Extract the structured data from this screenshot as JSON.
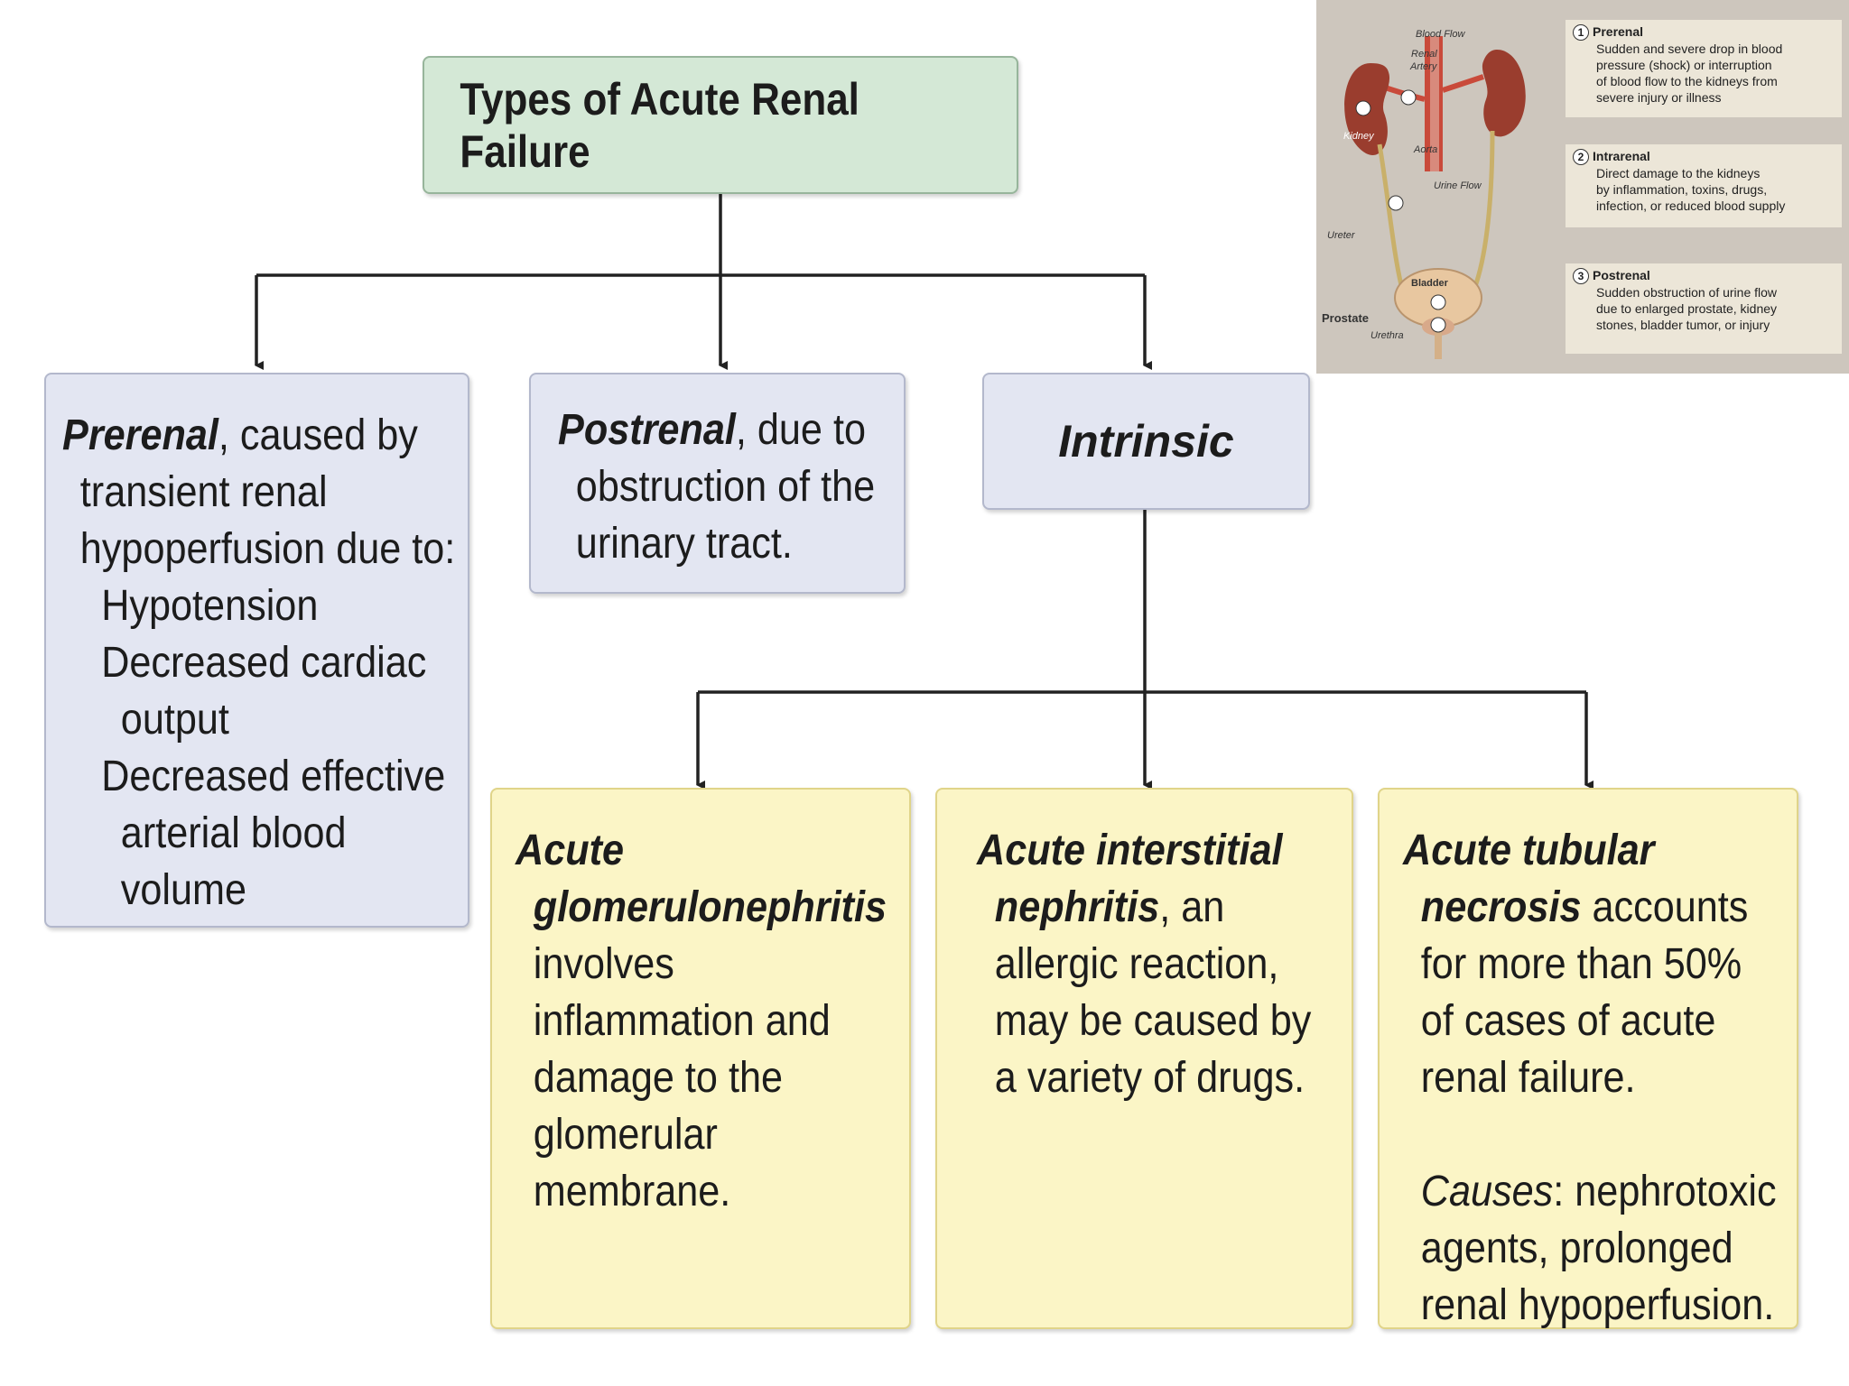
{
  "title": "Types of Acute Renal Failure",
  "prerenal": {
    "term": "Prerenal",
    "lines": [
      ", caused by",
      "transient renal",
      "hypoperfusion due to:",
      "Hypotension",
      "Decreased cardiac",
      "output",
      "Decreased effective",
      "arterial blood",
      "volume"
    ]
  },
  "postrenal": {
    "term": "Postrenal",
    "lines": [
      ", due to",
      "obstruction of the",
      "urinary tract."
    ]
  },
  "intrinsic": {
    "label": "Intrinsic"
  },
  "glomerulonephritis": {
    "term1": "Acute",
    "term2": "glomerulonephritis",
    "lines": [
      "involves",
      "inflammation and",
      "damage to the",
      "glomerular",
      "membrane."
    ]
  },
  "interstitial": {
    "term1": "Acute interstitial",
    "term2": "nephritis",
    "lines": [
      ", an",
      "allergic reaction,",
      "may be caused by",
      "a variety of drugs."
    ]
  },
  "tubular": {
    "term1": "Acute tubular",
    "term2": "necrosis",
    "lines": [
      " accounts",
      "for more than 50%",
      "of cases of acute",
      "renal failure."
    ],
    "causes_term": "Causes",
    "causes_lines": [
      ": nephrotoxic",
      "agents, prolonged",
      "renal hypoperfusion."
    ]
  },
  "inset": {
    "labels": {
      "blood_flow": "Blood Flow",
      "renal_artery_1": "Renal",
      "renal_artery_2": "Artery",
      "kidney": "Kidney",
      "aorta": "Aorta",
      "urine_flow": "Urine Flow",
      "ureter": "Ureter",
      "bladder": "Bladder",
      "prostate": "Prostate",
      "urethra": "Urethra"
    },
    "notes": [
      {
        "num": "1",
        "heading": "Prerenal",
        "body": [
          "Sudden and severe drop in blood",
          "pressure (shock) or interruption",
          "of blood flow to the kidneys from",
          "severe injury or illness"
        ]
      },
      {
        "num": "2",
        "heading": "Intrarenal",
        "body": [
          "Direct damage to the kidneys",
          "by inflammation, toxins, drugs,",
          "infection, or reduced blood supply"
        ]
      },
      {
        "num": "3",
        "heading": "Postrenal",
        "body": [
          "Sudden obstruction of urine flow",
          "due to enlarged prostate, kidney",
          "stones, bladder tumor, or injury"
        ]
      }
    ]
  }
}
